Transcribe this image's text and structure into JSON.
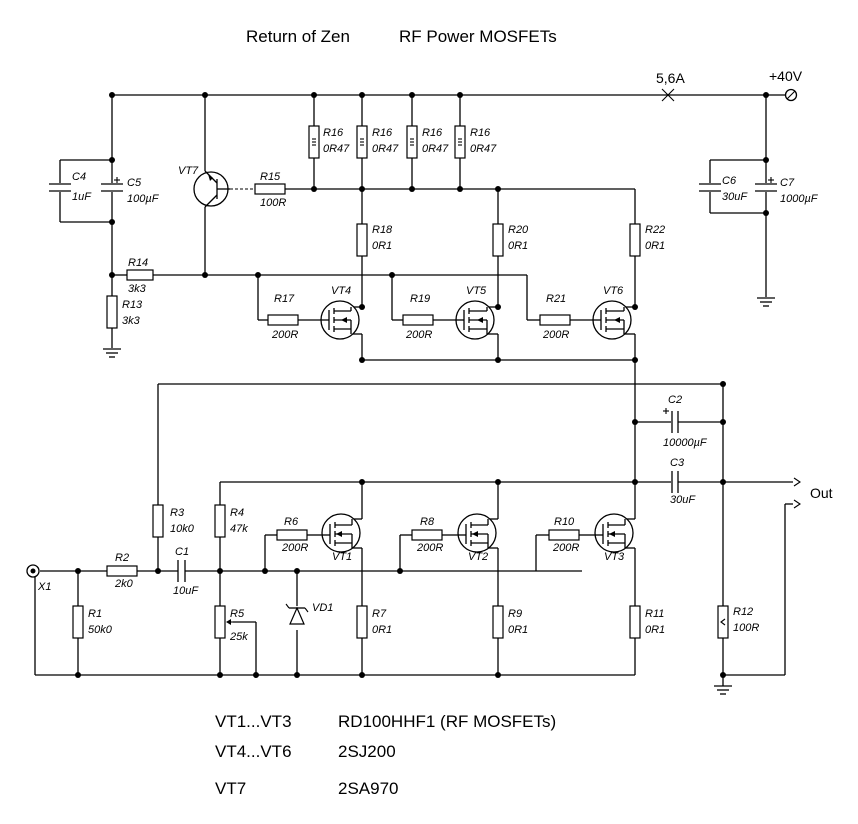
{
  "title": "Return of Zen",
  "subtitle": "RF Power MOSFETs",
  "supply": {
    "voltage": "+40V",
    "fuse": "5,6A"
  },
  "output_label": "Out",
  "input_label": "X1",
  "components": {
    "R1": {
      "name": "R1",
      "value": "50k0"
    },
    "R2": {
      "name": "R2",
      "value": "2k0"
    },
    "R3": {
      "name": "R3",
      "value": "10k0"
    },
    "R4": {
      "name": "R4",
      "value": "47k"
    },
    "R5": {
      "name": "R5",
      "value": "25k"
    },
    "R6": {
      "name": "R6",
      "value": "200R"
    },
    "R7": {
      "name": "R7",
      "value": "0R1"
    },
    "R8": {
      "name": "R8",
      "value": "200R"
    },
    "R9": {
      "name": "R9",
      "value": "0R1"
    },
    "R10": {
      "name": "R10",
      "value": "200R"
    },
    "R11": {
      "name": "R11",
      "value": "0R1"
    },
    "R12": {
      "name": "R12",
      "value": "100R"
    },
    "R13": {
      "name": "R13",
      "value": "3k3"
    },
    "R14": {
      "name": "R14",
      "value": "3k3"
    },
    "R15": {
      "name": "R15",
      "value": "100R"
    },
    "R16a": {
      "name": "R16",
      "value": "0R47"
    },
    "R16b": {
      "name": "R16",
      "value": "0R47"
    },
    "R16c": {
      "name": "R16",
      "value": "0R47"
    },
    "R16d": {
      "name": "R16",
      "value": "0R47"
    },
    "R17": {
      "name": "R17",
      "value": "200R"
    },
    "R18": {
      "name": "R18",
      "value": "0R1"
    },
    "R19": {
      "name": "R19",
      "value": "200R"
    },
    "R20": {
      "name": "R20",
      "value": "0R1"
    },
    "R21": {
      "name": "R21",
      "value": "200R"
    },
    "R22": {
      "name": "R22",
      "value": "0R1"
    },
    "C1": {
      "name": "C1",
      "value": "10uF"
    },
    "C2": {
      "name": "C2",
      "value": "10000µF"
    },
    "C3": {
      "name": "C3",
      "value": "30uF"
    },
    "C4": {
      "name": "C4",
      "value": "1uF"
    },
    "C5": {
      "name": "C5",
      "value": "100µF"
    },
    "C6": {
      "name": "C6",
      "value": "30uF"
    },
    "C7": {
      "name": "C7",
      "value": "1000µF"
    },
    "VD1": {
      "name": "VD1"
    },
    "VT1": {
      "name": "VT1"
    },
    "VT2": {
      "name": "VT2"
    },
    "VT3": {
      "name": "VT3"
    },
    "VT4": {
      "name": "VT4"
    },
    "VT5": {
      "name": "VT5"
    },
    "VT6": {
      "name": "VT6"
    },
    "VT7": {
      "name": "VT7"
    }
  },
  "parts_list": [
    {
      "ref": "VT1...VT3",
      "part": "RD100HHF1  (RF MOSFETs)"
    },
    {
      "ref": "VT4...VT6",
      "part": "2SJ200"
    },
    {
      "ref": "VT7",
      "part": "2SA970"
    }
  ]
}
